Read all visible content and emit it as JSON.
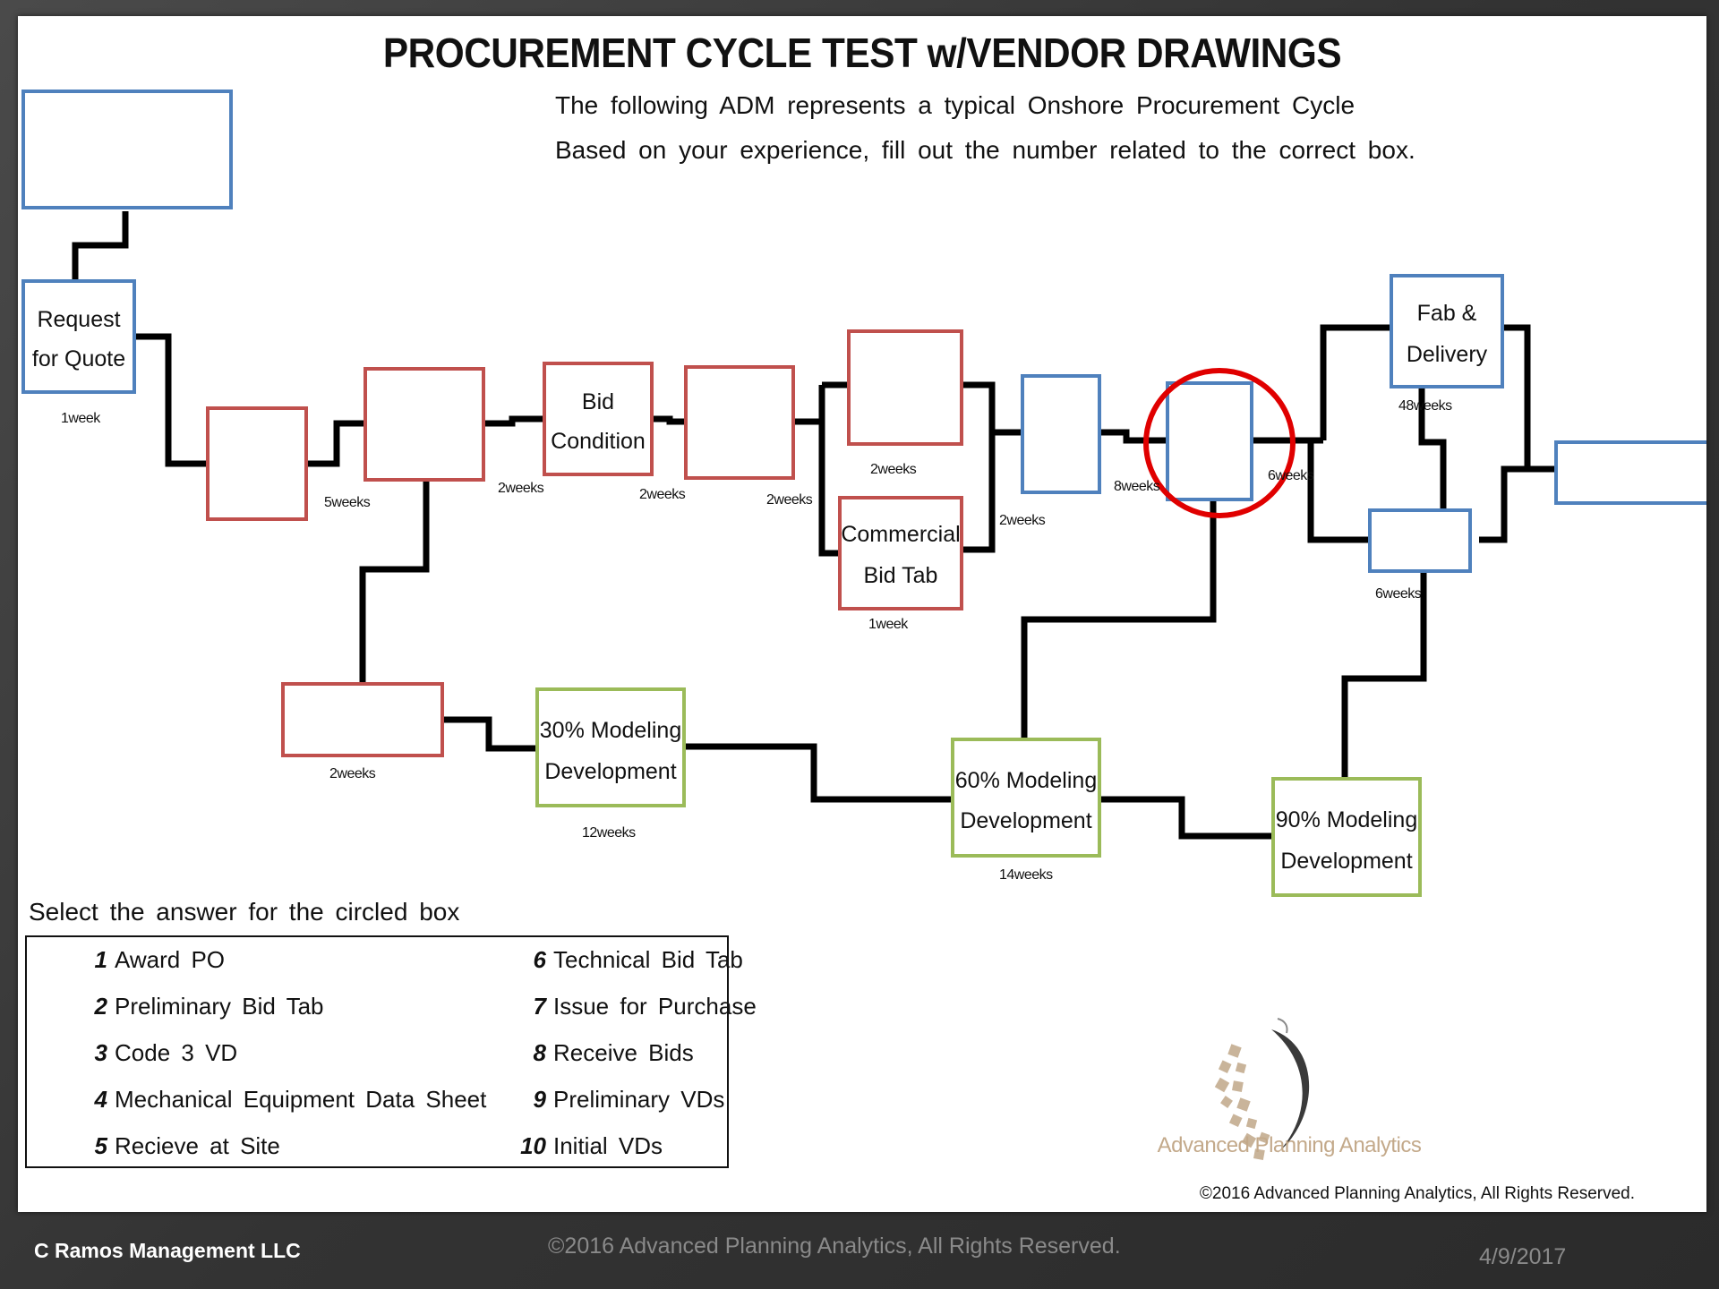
{
  "title": "PROCUREMENT CYCLE TEST w/VENDOR DRAWINGS",
  "subtitle_lines": [
    "The following ADM represents a typical Onshore Procurement Cycle",
    "Based on your experience, fill out the number related to the correct box."
  ],
  "colors": {
    "blue_box": "#4f81bd",
    "red_box": "#c0504d",
    "green_box": "#9bbb59",
    "highlight_circle": "#e00000",
    "connector": "#000000"
  },
  "boxes": {
    "rfq_label_1": "Request",
    "rfq_label_2": "for Quote",
    "bid_condition_1": "Bid",
    "bid_condition_2": "Condition",
    "commercial_bid_tab_1": "Commercial",
    "commercial_bid_tab_2": "Bid Tab",
    "fab_delivery_1": "Fab &",
    "fab_delivery_2": "Delivery",
    "modeling_30_1": "30% Modeling",
    "modeling_30_2": "Development",
    "modeling_60_1": "60% Modeling",
    "modeling_60_2": "Development",
    "modeling_90_1": "90% Modeling",
    "modeling_90_2": "Development"
  },
  "durations": {
    "rfq": "1week",
    "d5weeks": "5weeks",
    "d2weeks_a": "2weeks",
    "d2weeks_b": "2weeks",
    "d2weeks_c": "2weeks",
    "d2weeks_d": "2weeks",
    "d2weeks_e": "2weeks",
    "commercial": "1week",
    "d8weeks": "8weeks",
    "d6weeks_a": "6weeks",
    "fab": "48weeks",
    "d6weeks_b": "6weeks",
    "lower_red": "2weeks",
    "m30": "12weeks",
    "m60": "14weeks"
  },
  "prompt": "Select the answer for the circled box",
  "answers": [
    {
      "num": "1",
      "text": "Award PO"
    },
    {
      "num": "2",
      "text": "Preliminary Bid Tab"
    },
    {
      "num": "3",
      "text": "Code 3 VD"
    },
    {
      "num": "4",
      "text": "Mechanical Equipment Data Sheet"
    },
    {
      "num": "5",
      "text": "Recieve at Site"
    },
    {
      "num": "6",
      "text": "Technical Bid Tab"
    },
    {
      "num": "7",
      "text": "Issue for Purchase"
    },
    {
      "num": "8",
      "text": "Receive Bids"
    },
    {
      "num": "9",
      "text": "Preliminary VDs"
    },
    {
      "num": "10",
      "text": "Initial VDs"
    }
  ],
  "logo_text": "Advanced Planning Analytics",
  "logo_icon": "swoosh-logo-icon",
  "inner_copyright": "©2016 Advanced Planning Analytics, All Rights Reserved.",
  "footer": {
    "company": "C Ramos Management LLC",
    "copyright": "©2016 Advanced Planning Analytics,  All Rights Reserved.",
    "date": "4/9/2017"
  }
}
